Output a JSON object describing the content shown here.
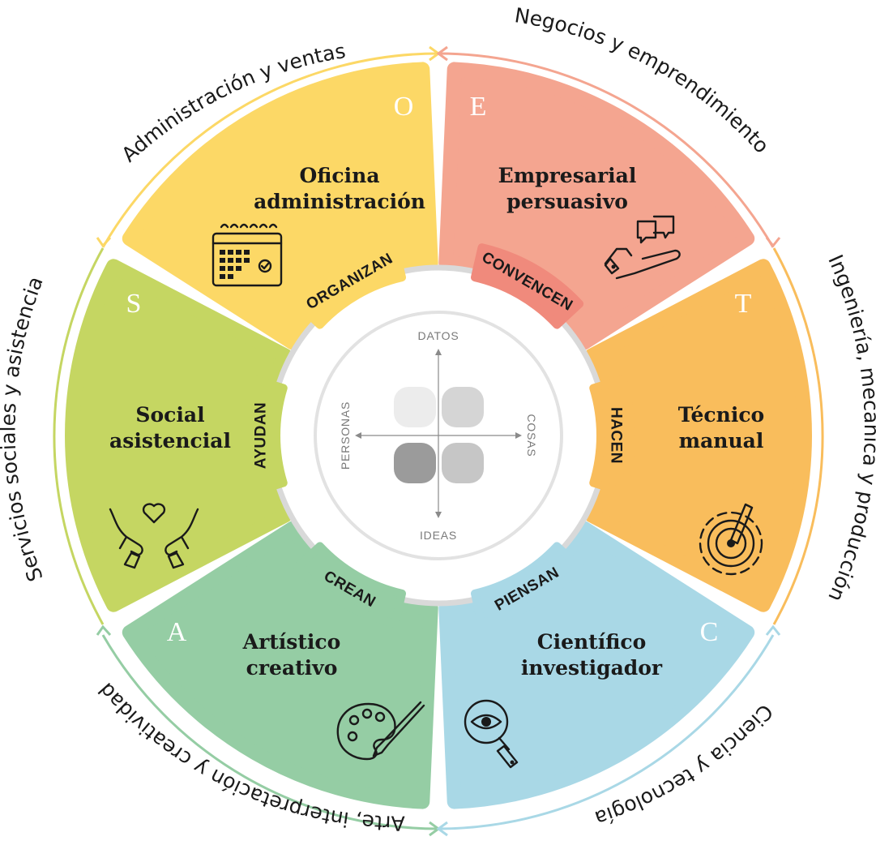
{
  "sectors": [
    {
      "key": "O",
      "title_line1": "Oficina",
      "title_line2": "administración",
      "verb": "ORGANIZAN",
      "color": "#fcd866",
      "verb_color": "#fcd866",
      "icon": "calendar-icon"
    },
    {
      "key": "E",
      "title_line1": "Empresarial",
      "title_line2": "persuasivo",
      "verb": "CONVENCEN",
      "color": "#f4a590",
      "verb_color": "#f08a7c",
      "icon": "handshake-speech-icon"
    },
    {
      "key": "T",
      "title_line1": "Técnico",
      "title_line2": "manual",
      "verb": "HACEN",
      "color": "#f9bd5c",
      "verb_color": "#f9bd5c",
      "icon": "gear-tool-icon"
    },
    {
      "key": "C",
      "title_line1": "Científico",
      "title_line2": "investigador",
      "verb": "PIENSAN",
      "color": "#a9d8e6",
      "verb_color": "#a9d8e6",
      "icon": "magnifier-eye-icon"
    },
    {
      "key": "A",
      "title_line1": "Artístico",
      "title_line2": "creativo",
      "verb": "CREAN",
      "color": "#95cda4",
      "verb_color": "#95cda4",
      "icon": "palette-icon"
    },
    {
      "key": "S",
      "title_line1": "Social",
      "title_line2": "asistencial",
      "verb": "AYUDAN",
      "color": "#c5d662",
      "verb_color": "#c5d662",
      "icon": "hands-heart-icon"
    }
  ],
  "outer_labels": {
    "top_left": "Administración y ventas",
    "top_right": "Negocios y emprendimiento",
    "right": "Ingeniería, mecánica y producción",
    "bottom_right": "Ciencia y tecnología",
    "bottom_left": "Arte, interpretación y creatividad",
    "left": "Servicios sociales y asistencia"
  },
  "center": {
    "top": "DATOS",
    "bottom": "IDEAS",
    "left": "PERSONAS",
    "right": "COSAS"
  }
}
